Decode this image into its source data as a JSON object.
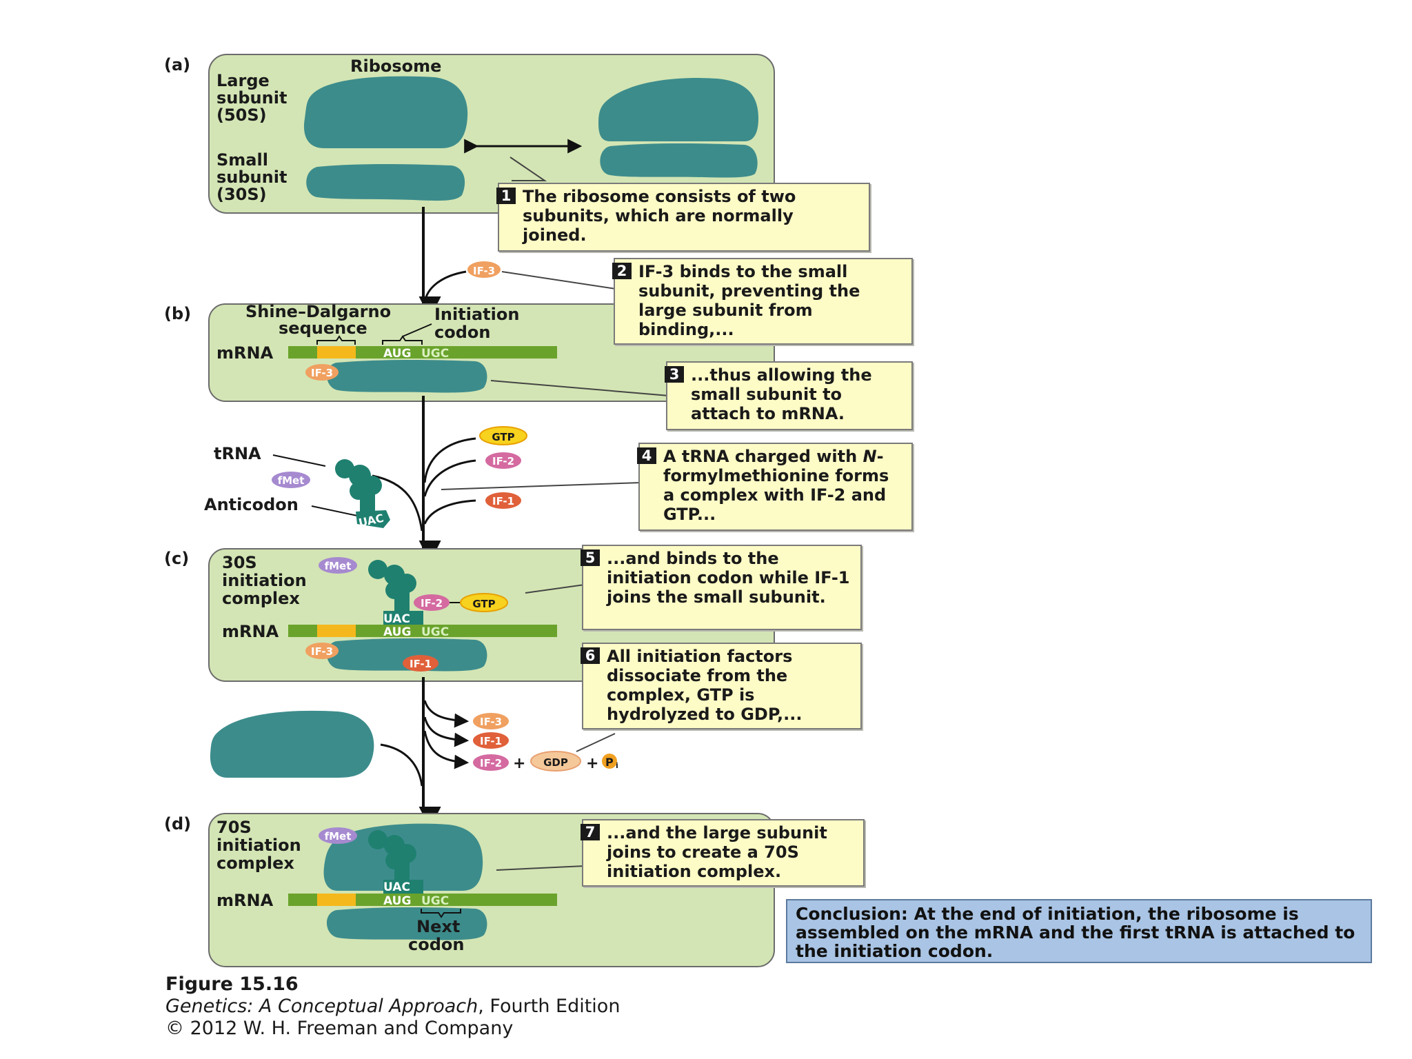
{
  "panels": {
    "a": {
      "letter": "(a)",
      "title": "Ribosome",
      "large_label": [
        "Large",
        "subunit",
        "(50S)"
      ],
      "small_label": [
        "Small",
        "subunit",
        "(30S)"
      ]
    },
    "b": {
      "letter": "(b)",
      "sd_label": [
        "Shine–Dalgarno",
        "sequence"
      ],
      "init_label": [
        "Initiation",
        "codon"
      ],
      "mrna": "mRNA"
    },
    "trna": {
      "trna": "tRNA",
      "anticodon": "Anticodon"
    },
    "c": {
      "letter": "(c)",
      "label": [
        "30S",
        "initiation",
        "complex"
      ],
      "mrna": "mRNA"
    },
    "d": {
      "letter": "(d)",
      "label": [
        "70S",
        "initiation",
        "complex"
      ],
      "mrna": "mRNA",
      "next_codon": [
        "Next",
        "codon"
      ]
    }
  },
  "sequence": {
    "start_codon": "AUG",
    "next_codon": "UGC",
    "anticodon": "UAC"
  },
  "factors": {
    "if1": "IF-1",
    "if2": "IF-2",
    "if3": "IF-3",
    "gtp": "GTP",
    "gdp": "GDP",
    "fmet": "fMet",
    "pi": "P",
    "pi_sub": "i",
    "plus": "+"
  },
  "steps": [
    {
      "num": "1",
      "text": "The ribosome consists of two subunits, which are normally joined."
    },
    {
      "num": "2",
      "text": "IF-3 binds to the small subunit, preventing the large subunit from binding,..."
    },
    {
      "num": "3",
      "text": "...thus allowing the small subunit to attach to mRNA."
    },
    {
      "num": "4",
      "text_before": "A tRNA charged with ",
      "text_italic": "N",
      "text_after": "-formylmethionine forms a complex with IF-2 and GTP..."
    },
    {
      "num": "5",
      "text": "...and binds to the initiation codon while IF-1 joins the small subunit."
    },
    {
      "num": "6",
      "text": "All initiation factors dissociate from the complex, GTP is hydrolyzed to GDP,..."
    },
    {
      "num": "7",
      "text": "...and the large subunit joins to create a 70S initiation complex."
    }
  ],
  "conclusion": "Conclusion: At the end of initiation, the ribosome is assembled on the mRNA and the first tRNA is attached to the initiation codon.",
  "caption": {
    "figure": "Figure 15.16",
    "book_title": "Genetics: A Conceptual Approach",
    "edition": ", Fourth Edition",
    "copyright": "© 2012 W. H. Freeman and Company"
  },
  "colors": {
    "panel_bg": "#d3e5b4",
    "ribosome": "#3d8c8c",
    "mrna_green": "#6aa32c",
    "shine_dalgarno": "#f5b81c",
    "trna": "#1f8070",
    "if1": "#e0603a",
    "if2": "#d46aa0",
    "if3": "#f0a060",
    "gtp": "#f7d21e",
    "gdp": "#f5c89a",
    "fmet": "#a68ad0",
    "callout_bg": "#fdfbc6",
    "conclusion_bg": "#a9c4e4"
  }
}
